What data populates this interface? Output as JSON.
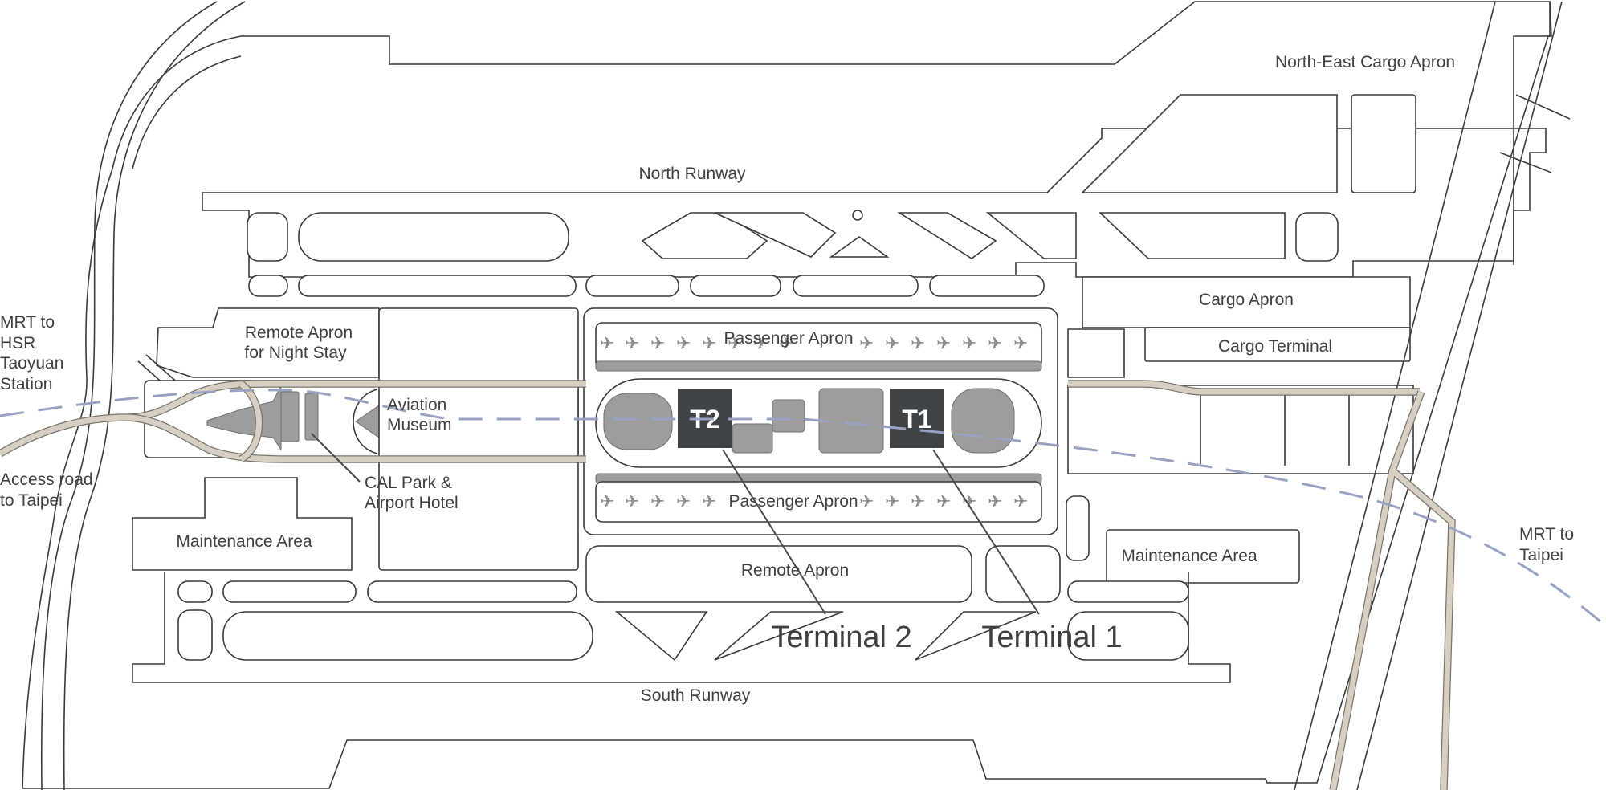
{
  "map": {
    "labels": {
      "north_runway": "North Runway",
      "south_runway": "South Runway",
      "ne_cargo_apron": "North-East Cargo Apron",
      "cargo_apron": "Cargo Apron",
      "cargo_terminal": "Cargo Terminal",
      "remote_apron_night_line1": "Remote Apron",
      "remote_apron_night_line2": "for Night Stay",
      "passenger_apron_north": "Passenger Apron",
      "passenger_apron_south": "Passenger Apron",
      "aviation_museum_line1": "Aviation",
      "aviation_museum_line2": "Museum",
      "cal_park_line1": "CAL Park &",
      "cal_park_line2": "Airport Hotel",
      "maintenance_west": "Maintenance Area",
      "maintenance_east": "Maintenance Area",
      "remote_apron": "Remote Apron",
      "terminal_2": "Terminal 2",
      "terminal_1": "Terminal 1",
      "t2_badge": "T2",
      "t1_badge": "T1",
      "mrt_hsr_line1": "MRT to",
      "mrt_hsr_line2": "HSR",
      "mrt_hsr_line3": "Taoyuan",
      "mrt_hsr_line4": "Station",
      "access_road_line1": "Access road",
      "access_road_line2": "to Taipei",
      "mrt_taipei_line1": "MRT to",
      "mrt_taipei_line2": "Taipei"
    },
    "colors": {
      "background": "#ffffff",
      "outline": "#3a3a3a",
      "road": "#d6cfc2",
      "mrt_line": "#98a3c4",
      "terminal_badge": "#3f4346",
      "building": "#9d9d9d"
    },
    "icons": {
      "aircraft": "airplane-icon"
    },
    "aircraft_symbol": "✈"
  }
}
